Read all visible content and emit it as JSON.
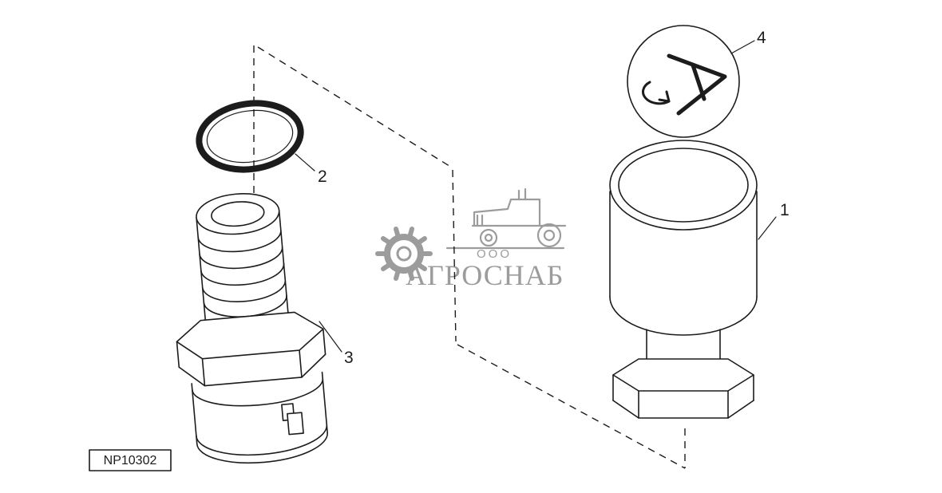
{
  "colors": {
    "background": "#ffffff",
    "line": "#1c1c1c",
    "watermark": "#9c9c9c"
  },
  "parts": [
    {
      "label": "1"
    },
    {
      "label": "2"
    },
    {
      "label": "3"
    },
    {
      "label": "4"
    }
  ],
  "plate": {
    "code": "NP10302"
  },
  "watermark": {
    "prefix": "ООО",
    "name": "АГРОСНАБ"
  },
  "icons": {
    "gear": "gear-icon",
    "tractor": "tractor-icon",
    "rotation": "rotation-arrow-icon"
  }
}
